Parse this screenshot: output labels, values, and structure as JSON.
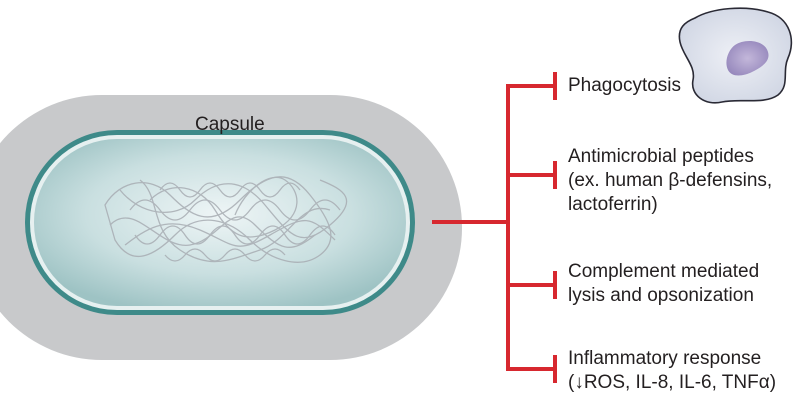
{
  "capsule_label": "Capsule",
  "effects": [
    {
      "lines": [
        "Phagocytosis"
      ]
    },
    {
      "lines": [
        "Antimicrobial peptides",
        "(ex. human β-defensins,",
        "lactoferrin)"
      ]
    },
    {
      "lines": [
        "Complement mediated",
        "lysis and opsonization"
      ]
    },
    {
      "lines": [
        "Inflammatory response",
        "(↓ROS, IL-8, IL-6, TNFα)"
      ]
    }
  ],
  "colors": {
    "capsule": "#c8c9cb",
    "cell_wall": "#3e8a89",
    "cytoplasm": "#b7d3d4",
    "dna": "#a8adb3",
    "inhibition_line": "#d7282f",
    "phagocyte": "#d9dde8",
    "phagocyte_nucleus": "#a597c4"
  },
  "icons": [
    "bacterium",
    "phagocyte-cell",
    "inhibition-arrow"
  ]
}
